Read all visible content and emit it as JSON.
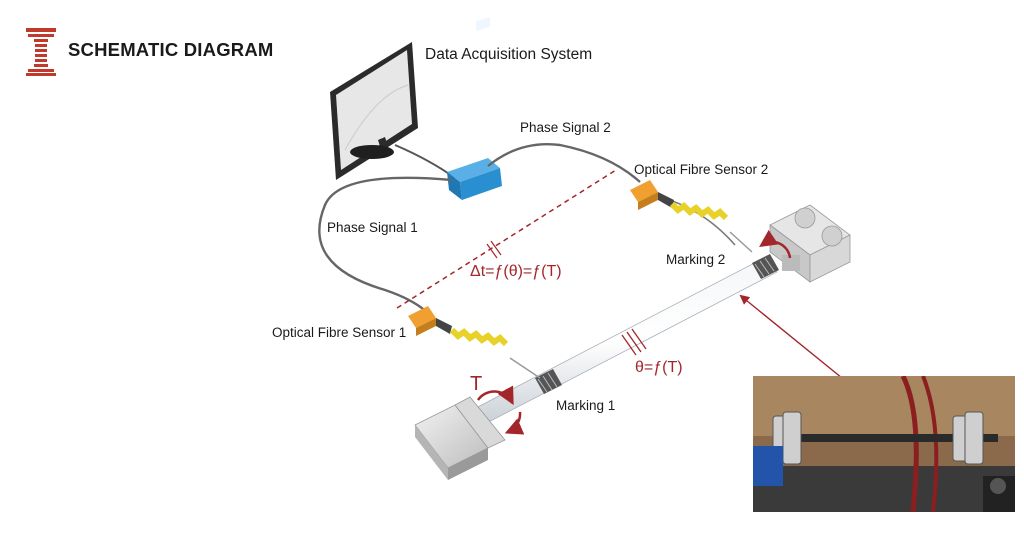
{
  "header": {
    "title": "SCHEMATIC DIAGRAM",
    "logo_icon": "striped-i-logo-icon"
  },
  "labels": {
    "daq": "Data Acquisition System",
    "phase_signal_1": "Phase Signal 1",
    "phase_signal_2": "Phase Signal 2",
    "sensor_1": "Optical Fibre Sensor 1",
    "sensor_2": "Optical Fibre Sensor 2",
    "marking_1": "Marking 1",
    "marking_2": "Marking 2",
    "torque": "T",
    "delta_t_formula": "Δt=ƒ(θ)=ƒ(T)",
    "theta_formula": "θ=ƒ(T)"
  },
  "colors": {
    "accent_red": "#a3262b",
    "sensor_orange": "#f0a030",
    "spring_yellow": "#e8d22a",
    "daq_blue": "#2a8fd0"
  }
}
